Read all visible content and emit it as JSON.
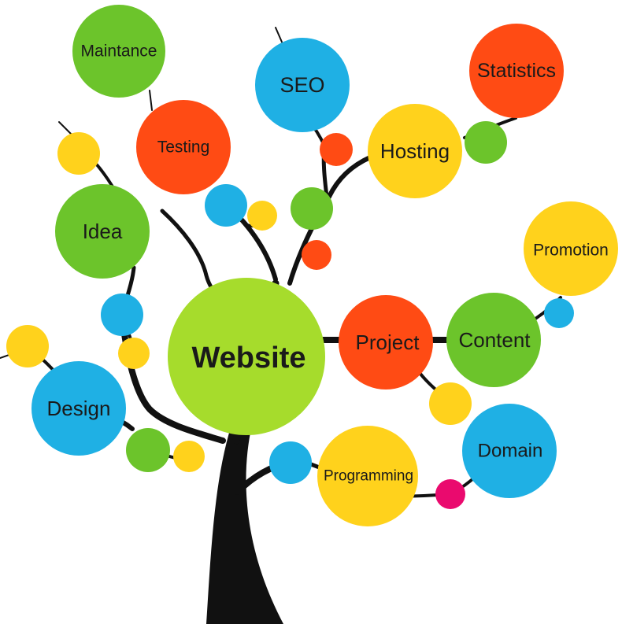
{
  "title": "Website",
  "colors": {
    "green": "#6cc42b",
    "lime": "#a6dc2c",
    "orange_red": "#ff4b14",
    "yellow": "#ffd21c",
    "blue": "#1fb0e4",
    "pink": "#ea0a6e",
    "branch": "#111111"
  },
  "nodes": [
    {
      "id": "website",
      "label": "Website",
      "color": "lime"
    },
    {
      "id": "maintance",
      "label": "Maintance",
      "color": "green"
    },
    {
      "id": "seo",
      "label": "SEO",
      "color": "blue"
    },
    {
      "id": "statistics",
      "label": "Statistics",
      "color": "orange_red"
    },
    {
      "id": "testing",
      "label": "Testing",
      "color": "orange_red"
    },
    {
      "id": "hosting",
      "label": "Hosting",
      "color": "yellow"
    },
    {
      "id": "idea",
      "label": "Idea",
      "color": "green"
    },
    {
      "id": "promotion",
      "label": "Promotion",
      "color": "yellow"
    },
    {
      "id": "project",
      "label": "Project",
      "color": "orange_red"
    },
    {
      "id": "content",
      "label": "Content",
      "color": "green"
    },
    {
      "id": "design",
      "label": "Design",
      "color": "blue"
    },
    {
      "id": "domain",
      "label": "Domain",
      "color": "blue"
    },
    {
      "id": "programming",
      "label": "Programming",
      "color": "yellow"
    }
  ]
}
